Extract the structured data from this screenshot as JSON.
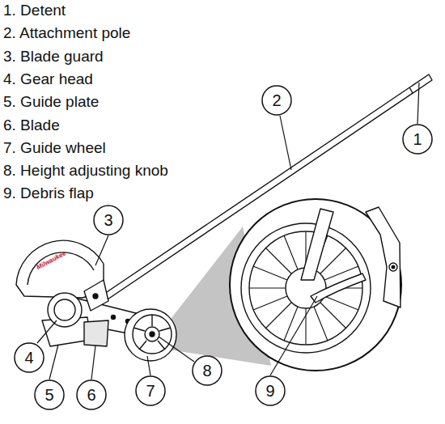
{
  "diagram": {
    "nodes": [
      {
        "text": [
          "1"
        ]
      },
      {
        "text": [
          "2"
        ]
      },
      {
        "text": [
          "3"
        ]
      },
      {
        "text": [
          "4"
        ]
      },
      {
        "text": [
          "5"
        ]
      },
      {
        "text": [
          "6"
        ]
      },
      {
        "text": [
          "7"
        ]
      },
      {
        "text": [
          "8"
        ]
      },
      {
        "text": [
          "9"
        ]
      }
    ],
    "labels": [
      "1. Detent",
      "2. Attachment pole",
      "3. Blade guard",
      "4. Gear head",
      "5. Guide plate",
      "6. Blade",
      "7. Guide wheel",
      "8. Height adjusting knob",
      "9. Debris flap",
      "Milwaukee"
    ]
  }
}
